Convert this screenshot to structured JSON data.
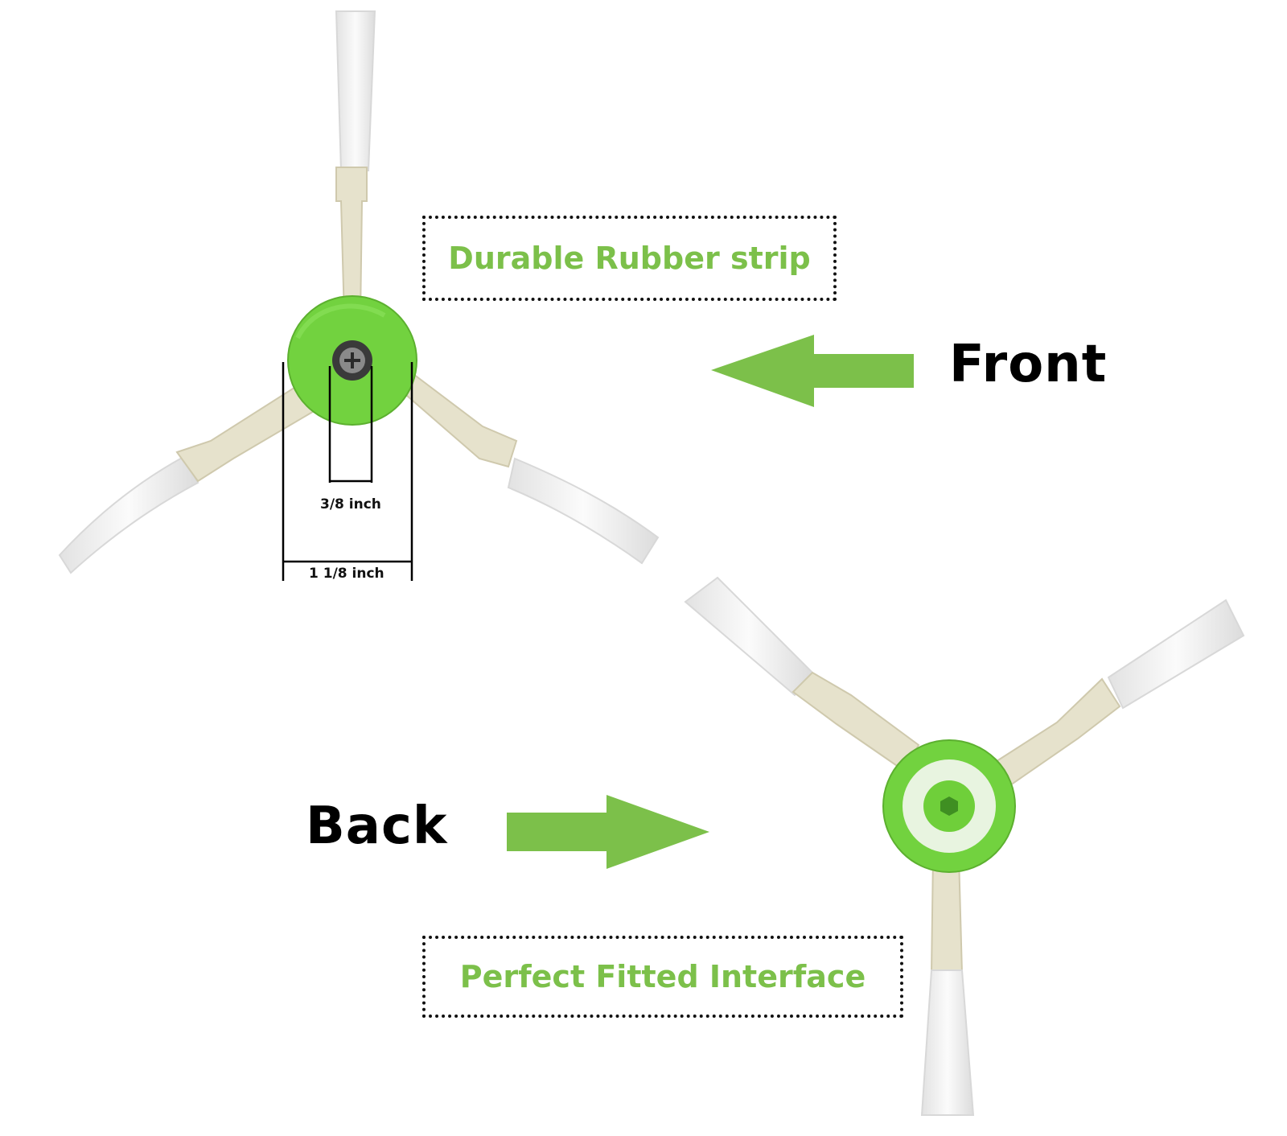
{
  "callouts": {
    "top": "Durable Rubber strip",
    "bottom": "Perfect Fitted Interface"
  },
  "labels": {
    "front": "Front",
    "back": "Back"
  },
  "dimensions": {
    "hub_bore": "3/8 inch",
    "hub_width": "1 1/8 inch"
  },
  "colors": {
    "accent_green": "#7cc04a",
    "hub_green": "#6fcf3a",
    "arm_beige": "#e6e2cc",
    "bristle": "#eeeeee"
  }
}
